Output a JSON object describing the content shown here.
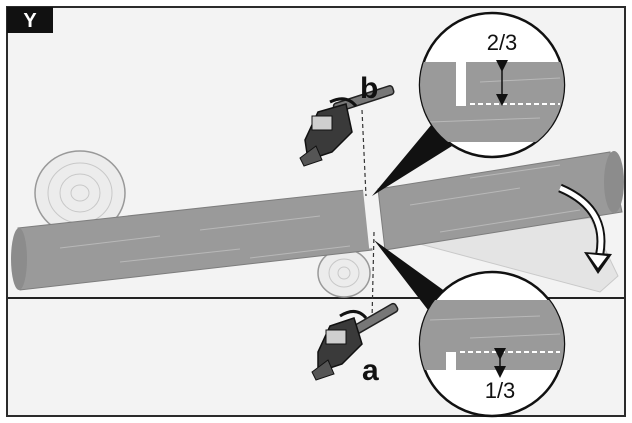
{
  "figure": {
    "panel_letter": "Y",
    "cut_b_label": "b",
    "cut_a_label": "a",
    "detail_top_fraction": "2/3",
    "detail_bottom_fraction": "1/3"
  },
  "colors": {
    "frame": "#2b2b2b",
    "background": "#f3f3f3",
    "log": "#9a9a9a",
    "log_dark": "#7d7d7d",
    "log_end": "#ececec",
    "ground_line": "#222222",
    "chainsaw": "#3a3a3a",
    "label_box": "#111111"
  }
}
